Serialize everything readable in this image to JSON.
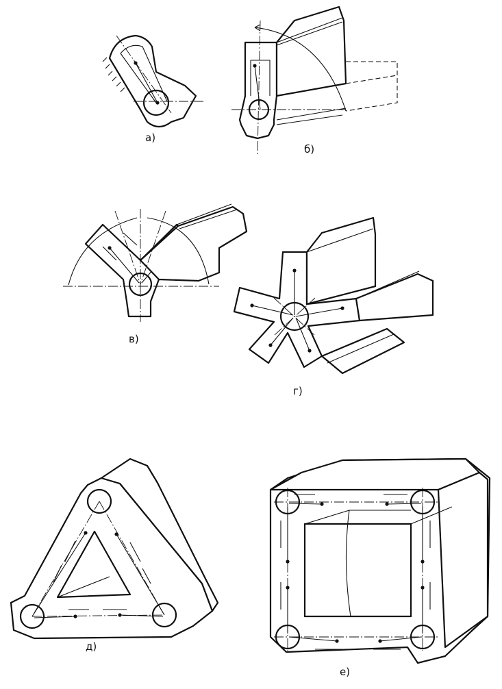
{
  "labels": {
    "a": "а)",
    "b": "б)",
    "v": "в)",
    "g": "г)",
    "d": "д)",
    "e": "е)"
  },
  "colors": {
    "ink": "#111111",
    "paper": "#ffffff"
  }
}
